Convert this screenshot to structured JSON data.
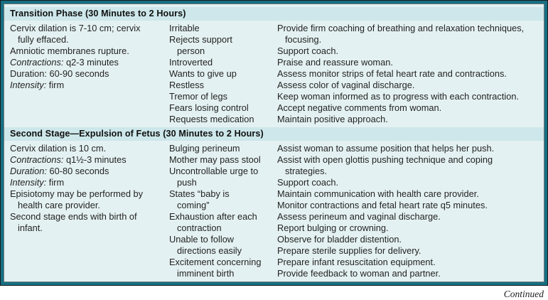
{
  "colors": {
    "border_teal": "#156f83",
    "header_band": "#cde7ea",
    "body_bg": "#e4f1f2",
    "text": "#232323"
  },
  "footer": {
    "continued": "Continued"
  },
  "sections": [
    {
      "name": "transition-phase",
      "header": "Transition Phase (30 Minutes to 2 Hours)",
      "columns": [
        {
          "name": "physiologic-signs",
          "lines": [
            {
              "t": "Cervix dilation is 7-10 cm; cervix"
            },
            {
              "t": "fully effaced.",
              "ind": true
            },
            {
              "t": "Amniotic membranes rupture."
            },
            {
              "it": "Contractions:",
              "t": "q2-3 minutes"
            },
            {
              "t": "Duration: 60-90 seconds"
            },
            {
              "it": "Intensity:",
              "t": "firm"
            }
          ]
        },
        {
          "name": "maternal-behaviors",
          "lines": [
            {
              "t": "Irritable"
            },
            {
              "t": "Rejects support"
            },
            {
              "t": "person",
              "ind": true
            },
            {
              "t": "Introverted"
            },
            {
              "t": "Wants to give up"
            },
            {
              "t": "Restless"
            },
            {
              "t": "Tremor of legs"
            },
            {
              "t": "Fears losing control"
            },
            {
              "t": "Requests medication"
            }
          ]
        },
        {
          "name": "nursing-interventions",
          "lines": [
            {
              "t": "Provide firm coaching of breathing and relaxation techniques,"
            },
            {
              "t": "focusing.",
              "ind": true
            },
            {
              "t": "Support coach."
            },
            {
              "t": "Praise and reassure woman."
            },
            {
              "t": "Assess monitor strips of fetal heart rate and contractions."
            },
            {
              "t": "Assess color of vaginal discharge."
            },
            {
              "t": "Keep woman informed as to progress with each contraction."
            },
            {
              "t": "Accept negative comments from woman."
            },
            {
              "t": "Maintain positive approach."
            }
          ]
        }
      ]
    },
    {
      "name": "second-stage-expulsion-of-fetus",
      "header": "Second Stage—Expulsion of Fetus (30 Minutes to 2 Hours)",
      "columns": [
        {
          "name": "physiologic-signs",
          "lines": [
            {
              "t": "Cervix dilation is 10 cm."
            },
            {
              "it": "Contractions:",
              "t": "q1½-3 minutes"
            },
            {
              "it": "Duration:",
              "t": "60-80 seconds"
            },
            {
              "it": "Intensity:",
              "t": "firm"
            },
            {
              "t": "Episiotomy may be performed by"
            },
            {
              "t": "health care provider.",
              "ind": true
            },
            {
              "t": "Second stage ends with birth of"
            },
            {
              "t": "infant.",
              "ind": true
            }
          ]
        },
        {
          "name": "maternal-behaviors",
          "lines": [
            {
              "t": "Bulging perineum"
            },
            {
              "t": "Mother may pass stool"
            },
            {
              "t": "Uncontrollable urge to"
            },
            {
              "t": "push",
              "ind": true
            },
            {
              "t": "States “baby is"
            },
            {
              "t": "coming”",
              "ind": true
            },
            {
              "t": "Exhaustion after each"
            },
            {
              "t": "contraction",
              "ind": true
            },
            {
              "t": "Unable to follow"
            },
            {
              "t": "directions easily",
              "ind": true
            },
            {
              "t": "Excitement concerning"
            },
            {
              "t": "imminent birth",
              "ind": true
            }
          ]
        },
        {
          "name": "nursing-interventions",
          "lines": [
            {
              "t": "Assist woman to assume position that helps her push."
            },
            {
              "t": "Assist with open glottis pushing technique and coping"
            },
            {
              "t": "strategies.",
              "ind": true
            },
            {
              "t": "Support coach."
            },
            {
              "t": "Maintain communication with health care provider."
            },
            {
              "t": "Monitor contractions and fetal heart rate q5 minutes."
            },
            {
              "t": "Assess perineum and vaginal discharge."
            },
            {
              "t": "Report bulging or crowning."
            },
            {
              "t": "Observe for bladder distention."
            },
            {
              "t": "Prepare sterile supplies for delivery."
            },
            {
              "t": "Prepare infant resuscitation equipment."
            },
            {
              "t": "Provide feedback to woman and partner."
            }
          ]
        }
      ]
    }
  ]
}
